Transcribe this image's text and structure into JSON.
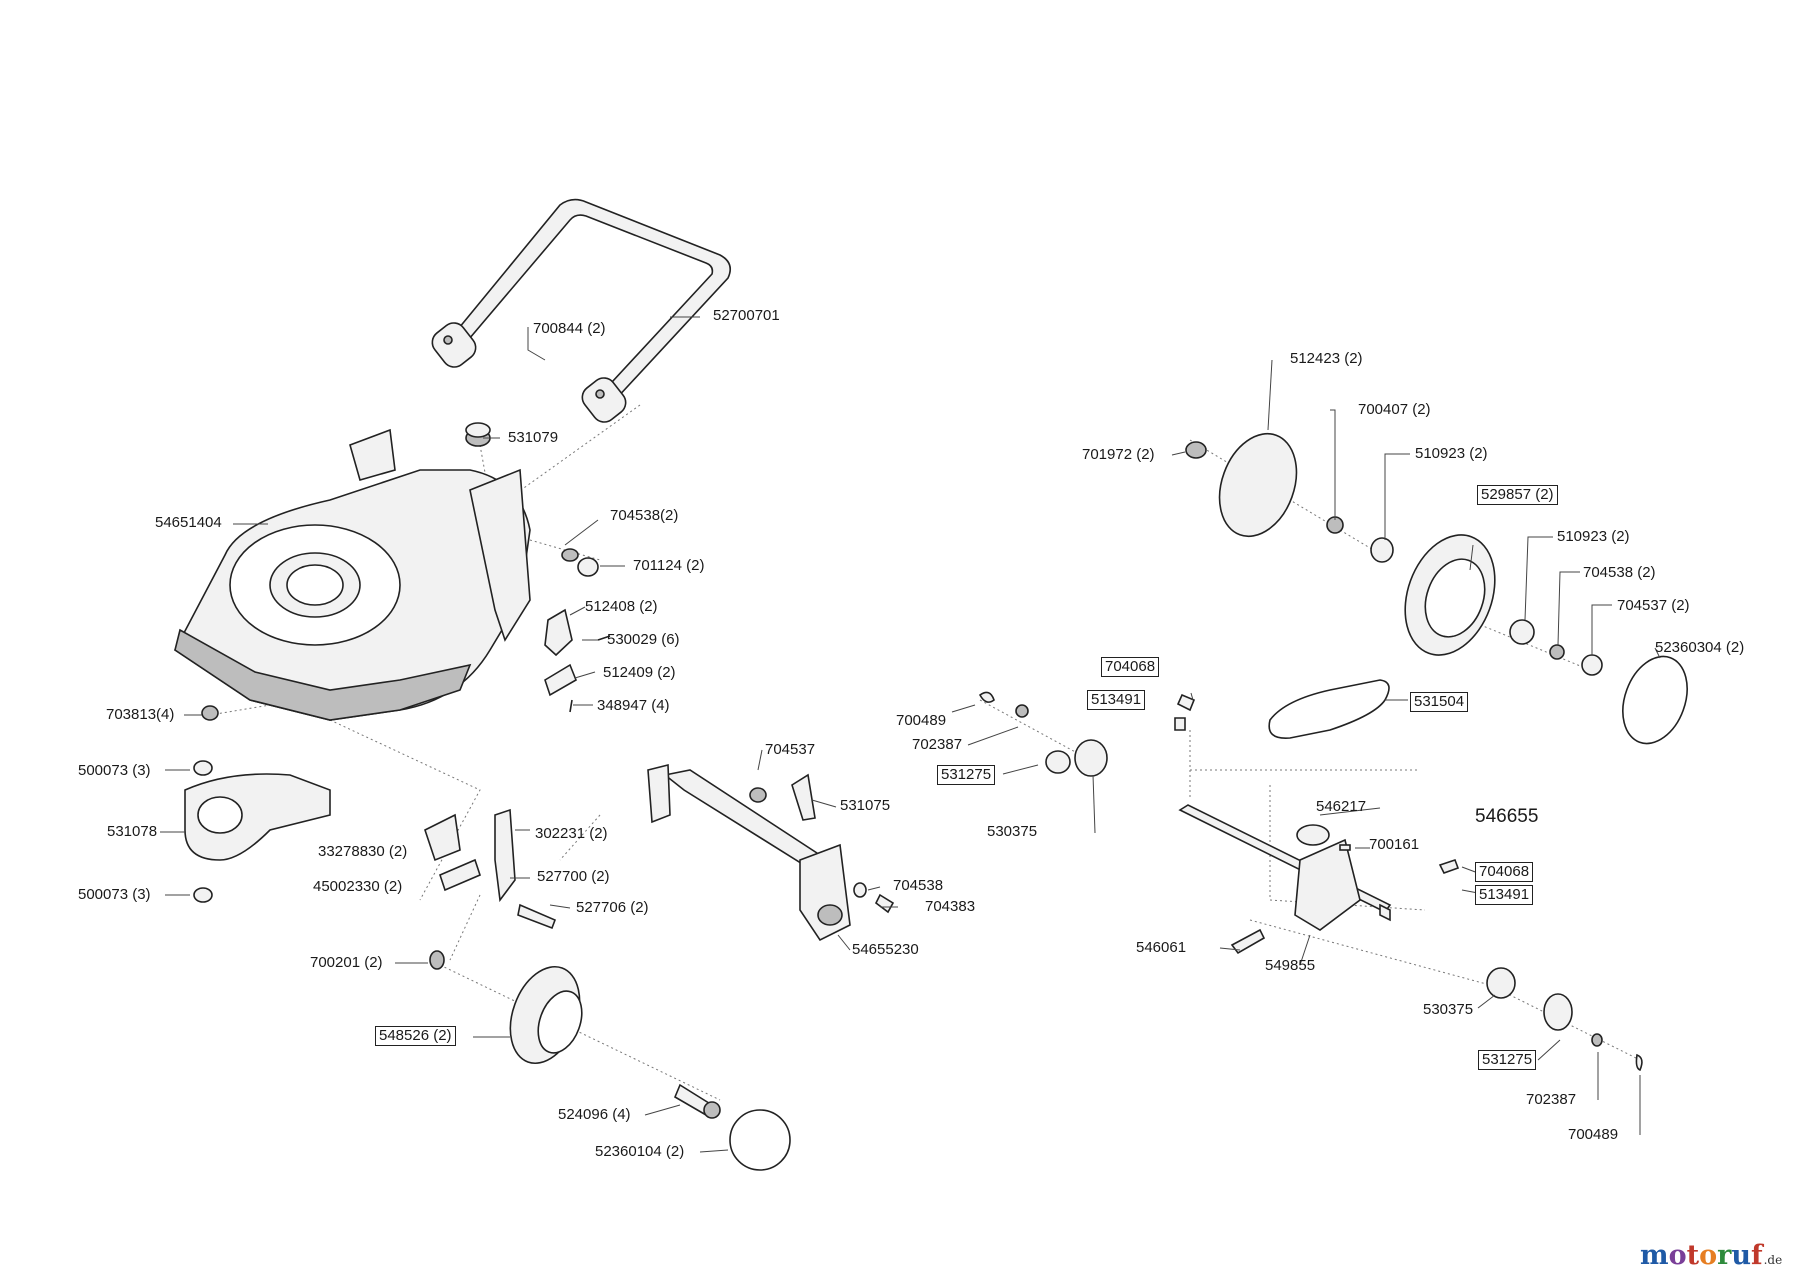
{
  "labels": {
    "l52700701": "52700701",
    "l700844": "700844 (2)",
    "l531079": "531079",
    "l54651404": "54651404",
    "l704538a": "704538(2)",
    "l701124": "701124 (2)",
    "l512408": "512408 (2)",
    "l530029": "530029 (6)",
    "l512409": "512409 (2)",
    "l348947": "348947 (4)",
    "l703813": "703813(4)",
    "l500073a": "500073 (3)",
    "l531078": "531078",
    "l500073b": "500073 (3)",
    "l33278830": "33278830 (2)",
    "l302231": "302231 (2)",
    "l45002330": "45002330 (2)",
    "l527700": "527700 (2)",
    "l527706": "527706 (2)",
    "l700201": "700201 (2)",
    "l548526": "548526 (2)",
    "l524096": "524096 (4)",
    "l52360104": "52360104 (2)",
    "l704537a": "704537",
    "l531075": "531075",
    "l704538b": "704538",
    "l704383": "704383",
    "l54655230": "54655230",
    "l512423": "512423 (2)",
    "l700407": "700407 (2)",
    "l701972": "701972 (2)",
    "l510923a": "510923 (2)",
    "l529857": "529857 (2)",
    "l510923b": "510923 (2)",
    "l704538c": "704538 (2)",
    "l704537b": "704537 (2)",
    "l52360304": "52360304 (2)",
    "l704068a": "704068",
    "l513491a": "513491",
    "l531504": "531504",
    "l700489a": "700489",
    "l702387a": "702387",
    "l531275a": "531275",
    "l530375a": "530375",
    "l546217": "546217",
    "l546655": "546655",
    "l700161": "700161",
    "l704068b": "704068",
    "l513491b": "513491",
    "l546061": "546061",
    "l549855": "549855",
    "l530375b": "530375",
    "l531275b": "531275",
    "l702387b": "702387",
    "l700489b": "700489"
  },
  "watermark": {
    "brand": "motoruf",
    "suffix": ".de",
    "letter_colors": [
      "#1f5aa6",
      "#7a3f98",
      "#c0392b",
      "#e67e22",
      "#2e8b3c",
      "#1f5aa6",
      "#c0392b"
    ]
  }
}
